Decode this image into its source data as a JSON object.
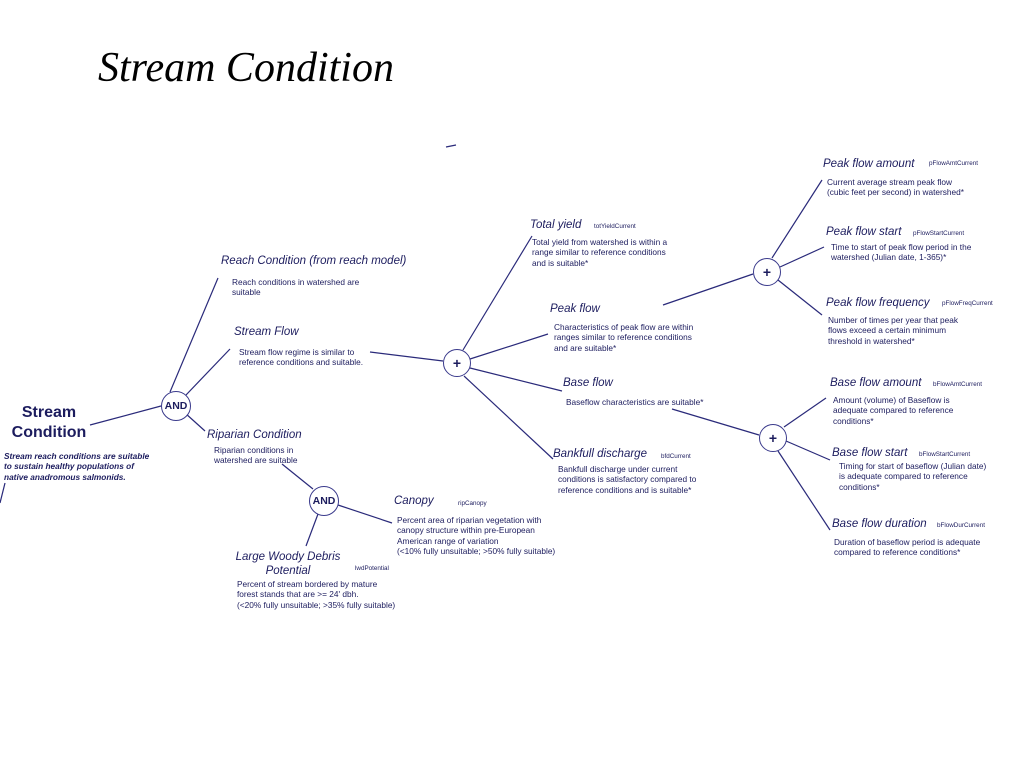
{
  "title": "Stream Condition",
  "root": {
    "title": "Stream\nCondition",
    "description": "Stream reach conditions are suitable\nto sustain healthy populations of\nnative anadromous salmonids."
  },
  "operators": {
    "and_main": "AND",
    "and_riparian": "AND",
    "plus_flow": "+",
    "plus_peak": "+",
    "plus_base": "+"
  },
  "nodes": {
    "reach_condition": {
      "title": "Reach Condition (from reach model)",
      "description": "Reach conditions in watershed are\nsuitable"
    },
    "stream_flow": {
      "title": "Stream Flow",
      "description": "Stream flow regime is similar to\nreference conditions and suitable."
    },
    "riparian_condition": {
      "title": "Riparian Condition",
      "description": "Riparian conditions in\nwatershed are suitable"
    },
    "canopy": {
      "title": "Canopy",
      "code": "ripCanopy",
      "description": "Percent area of riparian vegetation with\ncanopy structure within pre-European\nAmerican range of variation\n(<10% fully unsuitable; >50% fully suitable)"
    },
    "lwd": {
      "title": "Large Woody Debris\nPotential",
      "code": "lwdPotential",
      "description": "Percent of stream bordered by mature\nforest stands that are >= 24' dbh.\n(<20% fully unsuitable; >35% fully suitable)"
    },
    "total_yield": {
      "title": "Total yield",
      "code": "totYieldCurrent",
      "description": "Total yield from watershed is within a\nrange similar to reference conditions\nand is suitable*"
    },
    "peak_flow": {
      "title": "Peak flow",
      "description": "Characteristics of peak flow are within\nranges similar to reference conditions\nand are suitable*"
    },
    "base_flow": {
      "title": "Base flow",
      "description": "Baseflow characteristics are suitable*"
    },
    "bankfull": {
      "title": "Bankfull discharge",
      "code": "bfdCurrent",
      "description": "Bankfull discharge under current\nconditions is satisfactory compared to\nreference conditions and is suitable*"
    },
    "peak_amount": {
      "title": "Peak flow amount",
      "code": "pFlowAmtCurrent",
      "description": "Current average stream peak flow\n(cubic feet per second) in watershed*"
    },
    "peak_start": {
      "title": "Peak flow start",
      "code": "pFlowStartCurrent",
      "description": "Time to start of peak flow period in the\nwatershed (Julian date,  1-365)*"
    },
    "peak_frequency": {
      "title": "Peak flow frequency",
      "code": "pFlowFreqCurrent",
      "description": "Number of times per year that peak\nflows exceed a certain minimum\nthreshold in watershed*"
    },
    "base_amount": {
      "title": "Base flow amount",
      "code": "bFlowAmtCurrent",
      "description": "Amount (volume) of Baseflow is\nadequate compared to reference\nconditions*"
    },
    "base_start": {
      "title": "Base flow start",
      "code": "bFlowStartCurrent",
      "description": "Timing for start of baseflow (Julian date)\nis adequate compared to reference\nconditions*"
    },
    "base_duration": {
      "title": "Base flow duration",
      "code": "bFlowDurCurrent",
      "description": "Duration of baseflow period is adequate\ncompared to reference conditions*"
    }
  }
}
